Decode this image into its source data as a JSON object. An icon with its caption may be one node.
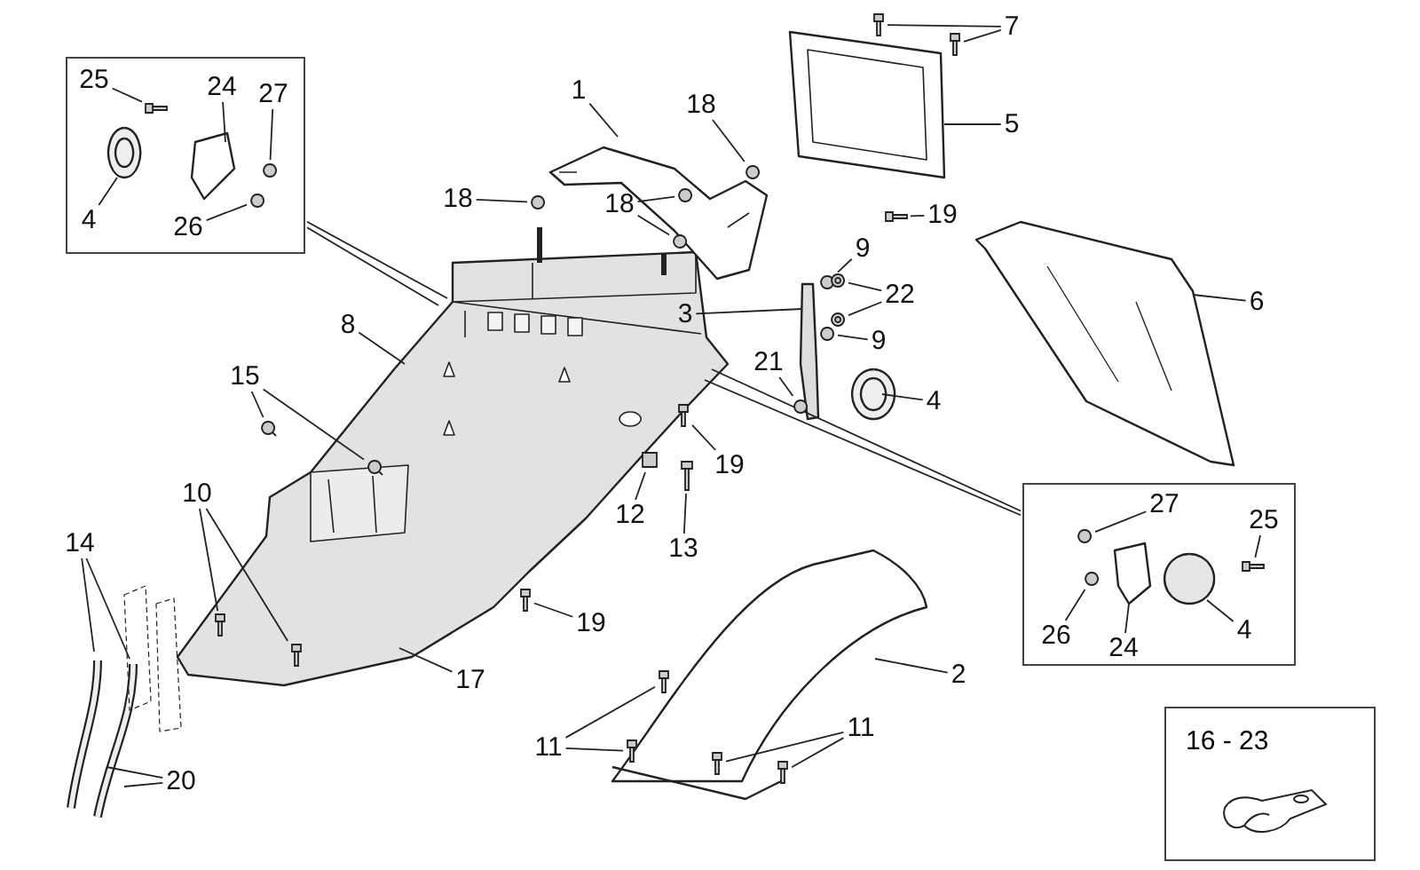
{
  "diagram": {
    "nodes": [
      {
        "text": [],
        "shape": "box"
      },
      {
        "text": [
          "25"
        ],
        "in": 0
      },
      {
        "text": [
          "24"
        ],
        "in": 0
      },
      {
        "text": [
          "27"
        ],
        "in": 0
      },
      {
        "text": [
          "4"
        ],
        "in": 0
      },
      {
        "text": [
          "26"
        ],
        "in": 0
      },
      {
        "text": [
          "1"
        ]
      },
      {
        "text": [
          "18"
        ]
      },
      {
        "text": [
          "7"
        ]
      },
      {
        "text": [
          "5"
        ]
      },
      {
        "text": [
          "18"
        ]
      },
      {
        "text": [
          "18"
        ]
      },
      {
        "text": [
          "19"
        ]
      },
      {
        "text": [
          "9"
        ]
      },
      {
        "text": [
          "22"
        ]
      },
      {
        "text": [
          "3"
        ]
      },
      {
        "text": [
          "9"
        ]
      },
      {
        "text": [
          "21"
        ]
      },
      {
        "text": [
          "4"
        ]
      },
      {
        "text": [
          "6"
        ]
      },
      {
        "text": [
          "8"
        ]
      },
      {
        "text": [
          "15"
        ]
      },
      {
        "text": [
          "19"
        ]
      },
      {
        "text": [
          "12"
        ]
      },
      {
        "text": [
          "13"
        ]
      },
      {
        "text": [
          "10"
        ]
      },
      {
        "text": [
          "19"
        ]
      },
      {
        "text": [
          "14"
        ]
      },
      {
        "text": [
          "17"
        ]
      },
      {
        "text": [
          "2"
        ]
      },
      {
        "text": [
          "11"
        ]
      },
      {
        "text": [
          "11"
        ]
      },
      {
        "text": [
          "20"
        ]
      },
      {
        "text": [],
        "shape": "box"
      },
      {
        "text": [
          "27"
        ],
        "in": 33
      },
      {
        "text": [
          "25"
        ],
        "in": 33
      },
      {
        "text": [
          "26"
        ],
        "in": 33
      },
      {
        "text": [
          "24"
        ],
        "in": 33
      },
      {
        "text": [
          "4"
        ],
        "in": 33
      },
      {
        "text": [
          "16 - 23"
        ]
      },
      {
        "text": [],
        "shape": "box",
        "in": 0
      },
      {
        "text": [],
        "shape": "circle",
        "in": 0
      },
      {
        "text": [],
        "shape": "circle",
        "in": 0
      },
      {
        "text": [],
        "shape": "circle"
      },
      {
        "text": [],
        "shape": "box"
      },
      {
        "text": [],
        "shape": "box"
      },
      {
        "text": [],
        "shape": "circle"
      },
      {
        "text": [],
        "shape": "circle"
      },
      {
        "text": [],
        "shape": "circle"
      },
      {
        "text": [],
        "shape": "box"
      },
      {
        "text": [],
        "shape": "circle"
      },
      {
        "text": [],
        "shape": "circle"
      },
      {
        "text": [],
        "shape": "circle"
      },
      {
        "text": [],
        "shape": "circle"
      },
      {
        "text": [],
        "shape": "circle"
      },
      {
        "text": [],
        "shape": "circle"
      },
      {
        "text": [],
        "shape": "circle"
      },
      {
        "text": [],
        "shape": "box"
      },
      {
        "text": [],
        "shape": "box"
      },
      {
        "text": [],
        "shape": "box"
      },
      {
        "text": [],
        "shape": "box"
      },
      {
        "text": [],
        "shape": "box"
      },
      {
        "text": [],
        "shape": "box"
      },
      {
        "text": [],
        "shape": "box"
      },
      {
        "text": [],
        "shape": "box"
      },
      {
        "text": [],
        "shape": "box"
      },
      {
        "text": [],
        "shape": "circle",
        "in": 33
      },
      {
        "text": [],
        "shape": "box",
        "in": 33
      },
      {
        "text": [],
        "shape": "circle",
        "in": 33
      },
      {
        "text": [],
        "shape": "box"
      }
    ],
    "edges": [
      {
        "from": 1,
        "to": 40,
        "arrow": "none"
      },
      {
        "from": 2,
        "to": null,
        "arrow": "none"
      },
      {
        "from": 3,
        "to": 41,
        "arrow": "none"
      },
      {
        "from": 4,
        "to": null,
        "arrow": "none"
      },
      {
        "from": 5,
        "to": 42,
        "arrow": "none"
      },
      {
        "from": 6,
        "to": null,
        "arrow": "none"
      },
      {
        "from": 7,
        "to": 43,
        "arrow": "none"
      },
      {
        "from": 8,
        "to": 44,
        "arrow": "none"
      },
      {
        "from": 8,
        "to": 45,
        "arrow": "none"
      },
      {
        "from": 9,
        "to": null,
        "arrow": "none"
      },
      {
        "from": 10,
        "to": 46,
        "arrow": "none"
      },
      {
        "from": 11,
        "to": 47,
        "arrow": "none"
      },
      {
        "from": 11,
        "to": 48,
        "arrow": "none"
      },
      {
        "from": 12,
        "to": 49,
        "arrow": "none"
      },
      {
        "from": 13,
        "to": 50,
        "arrow": "none"
      },
      {
        "from": 14,
        "to": 51,
        "arrow": "none"
      },
      {
        "from": 14,
        "to": 52,
        "arrow": "none"
      },
      {
        "from": 15,
        "to": null,
        "arrow": "none"
      },
      {
        "from": 16,
        "to": 53,
        "arrow": "none"
      },
      {
        "from": 17,
        "to": 54,
        "arrow": "none"
      },
      {
        "from": 18,
        "to": null,
        "arrow": "none"
      },
      {
        "from": 19,
        "to": null,
        "arrow": "none"
      },
      {
        "from": 20,
        "to": null,
        "arrow": "none"
      },
      {
        "from": 21,
        "to": 55,
        "arrow": "none"
      },
      {
        "from": 21,
        "to": 56,
        "arrow": "none"
      },
      {
        "from": 22,
        "to": 57,
        "arrow": "none"
      },
      {
        "from": 23,
        "to": 69,
        "arrow": "none"
      },
      {
        "from": 24,
        "to": 58,
        "arrow": "none"
      },
      {
        "from": 25,
        "to": 59,
        "arrow": "none"
      },
      {
        "from": 25,
        "to": 60,
        "arrow": "none"
      },
      {
        "from": 26,
        "to": 61,
        "arrow": "none"
      },
      {
        "from": 27,
        "to": null,
        "arrow": "none"
      },
      {
        "from": 27,
        "to": null,
        "arrow": "none"
      },
      {
        "from": 28,
        "to": null,
        "arrow": "none"
      },
      {
        "from": 29,
        "to": null,
        "arrow": "none"
      },
      {
        "from": 30,
        "to": 62,
        "arrow": "none"
      },
      {
        "from": 30,
        "to": 63,
        "arrow": "none"
      },
      {
        "from": 31,
        "to": 64,
        "arrow": "none"
      },
      {
        "from": 31,
        "to": 65,
        "arrow": "none"
      },
      {
        "from": 32,
        "to": null,
        "arrow": "none"
      },
      {
        "from": 32,
        "to": null,
        "arrow": "none"
      },
      {
        "from": 34,
        "to": 66,
        "arrow": "none"
      },
      {
        "from": 35,
        "to": 67,
        "arrow": "none"
      },
      {
        "from": 36,
        "to": 68,
        "arrow": "none"
      },
      {
        "from": 37,
        "to": null,
        "arrow": "none"
      },
      {
        "from": 38,
        "to": null,
        "arrow": "none"
      },
      {
        "from": 0,
        "to": null,
        "arrow": "none"
      },
      {
        "from": 0,
        "to": null,
        "arrow": "none"
      },
      {
        "from": 33,
        "to": null,
        "arrow": "none"
      },
      {
        "from": 33,
        "to": null,
        "arrow": "none"
      }
    ]
  }
}
